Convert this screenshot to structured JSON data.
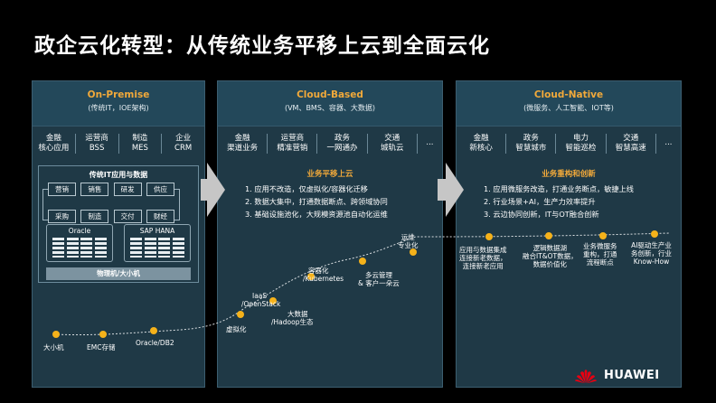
{
  "title": "政企云化转型：从传统业务平移上云到全面云化",
  "panels": {
    "onprem": {
      "title": "On-Premise",
      "subtitle": "(传统IT，IOE架构)",
      "biz": [
        {
          "l1": "金融",
          "l2": "核心应用"
        },
        {
          "l1": "运营商",
          "l2": "BSS"
        },
        {
          "l1": "制造",
          "l2": "MES"
        },
        {
          "l1": "企业",
          "l2": "CRM"
        }
      ],
      "it_title": "传统IT应用与数据",
      "modules_row1": [
        "营销",
        "销售",
        "研发",
        "供应"
      ],
      "modules_row2": [
        "采购",
        "制造",
        "交付",
        "财经"
      ],
      "db1": "Oracle",
      "db2": "SAP HANA",
      "machine": "物理机/大小机"
    },
    "cloud": {
      "title": "Cloud-Based",
      "subtitle": "(VM、BMS、容器、大数据)",
      "biz": [
        {
          "l1": "金融",
          "l2": "渠道业务"
        },
        {
          "l1": "运营商",
          "l2": "精准营销"
        },
        {
          "l1": "政务",
          "l2": "一网通办"
        },
        {
          "l1": "交通",
          "l2": "城轨云"
        }
      ],
      "section": "业务平移上云",
      "bullets": [
        "1.  应用不改造，仅虚拟化/容器化迁移",
        "2.  数据大集中，打通数据断点、跨领域协同",
        "3.  基础设施池化，大规模资源池自动化运维"
      ]
    },
    "native": {
      "title": "Cloud-Native",
      "subtitle": "(微服务、人工智能、IOT等)",
      "biz": [
        {
          "l1": "金融",
          "l2": "新核心"
        },
        {
          "l1": "政务",
          "l2": "智慧城市"
        },
        {
          "l1": "电力",
          "l2": "智能巡检"
        },
        {
          "l1": "交通",
          "l2": "智慧高速"
        }
      ],
      "section": "业务重构和创新",
      "bullets": [
        "1.  应用微服务改造，打通业务断点，敏捷上线",
        "2.  行业场景+AI，生产力效率提升",
        "3.  云边协同创新，IT与OT融合创新"
      ]
    }
  },
  "ellipsis": "...",
  "timeline": {
    "onprem": [
      "大小机",
      "EMC存储",
      "Oracle/DB2"
    ],
    "cloud_1": "虚拟化",
    "cloud_2a": "IaaS",
    "cloud_2b": "/OpenStack",
    "cloud_3a": "大数据",
    "cloud_3b": "/Hadoop生态",
    "cloud_4a": "容器化",
    "cloud_4b": "/Kubernetes",
    "cloud_5a": "多云管理",
    "cloud_5b": "& 客户一朵云",
    "cloud_6a": "运维",
    "cloud_6b": "专业化",
    "native_1": [
      "应用与数据集成",
      "连接新老数据，",
      "连接新老应用"
    ],
    "native_2": [
      "逻辑数据湖",
      "融合IT&OT数据，",
      "数据价值化"
    ],
    "native_3": [
      "业务微服务",
      "重构，打通",
      "流程断点"
    ],
    "native_4": [
      "AI驱动生产业",
      "务创新，行业",
      "Know-How"
    ]
  },
  "brand": "HUAWEI",
  "colors": {
    "accent": "#f1a93a",
    "dot": "#f5b21a",
    "panel": "#1f3946",
    "logo_red": "#e60012"
  }
}
